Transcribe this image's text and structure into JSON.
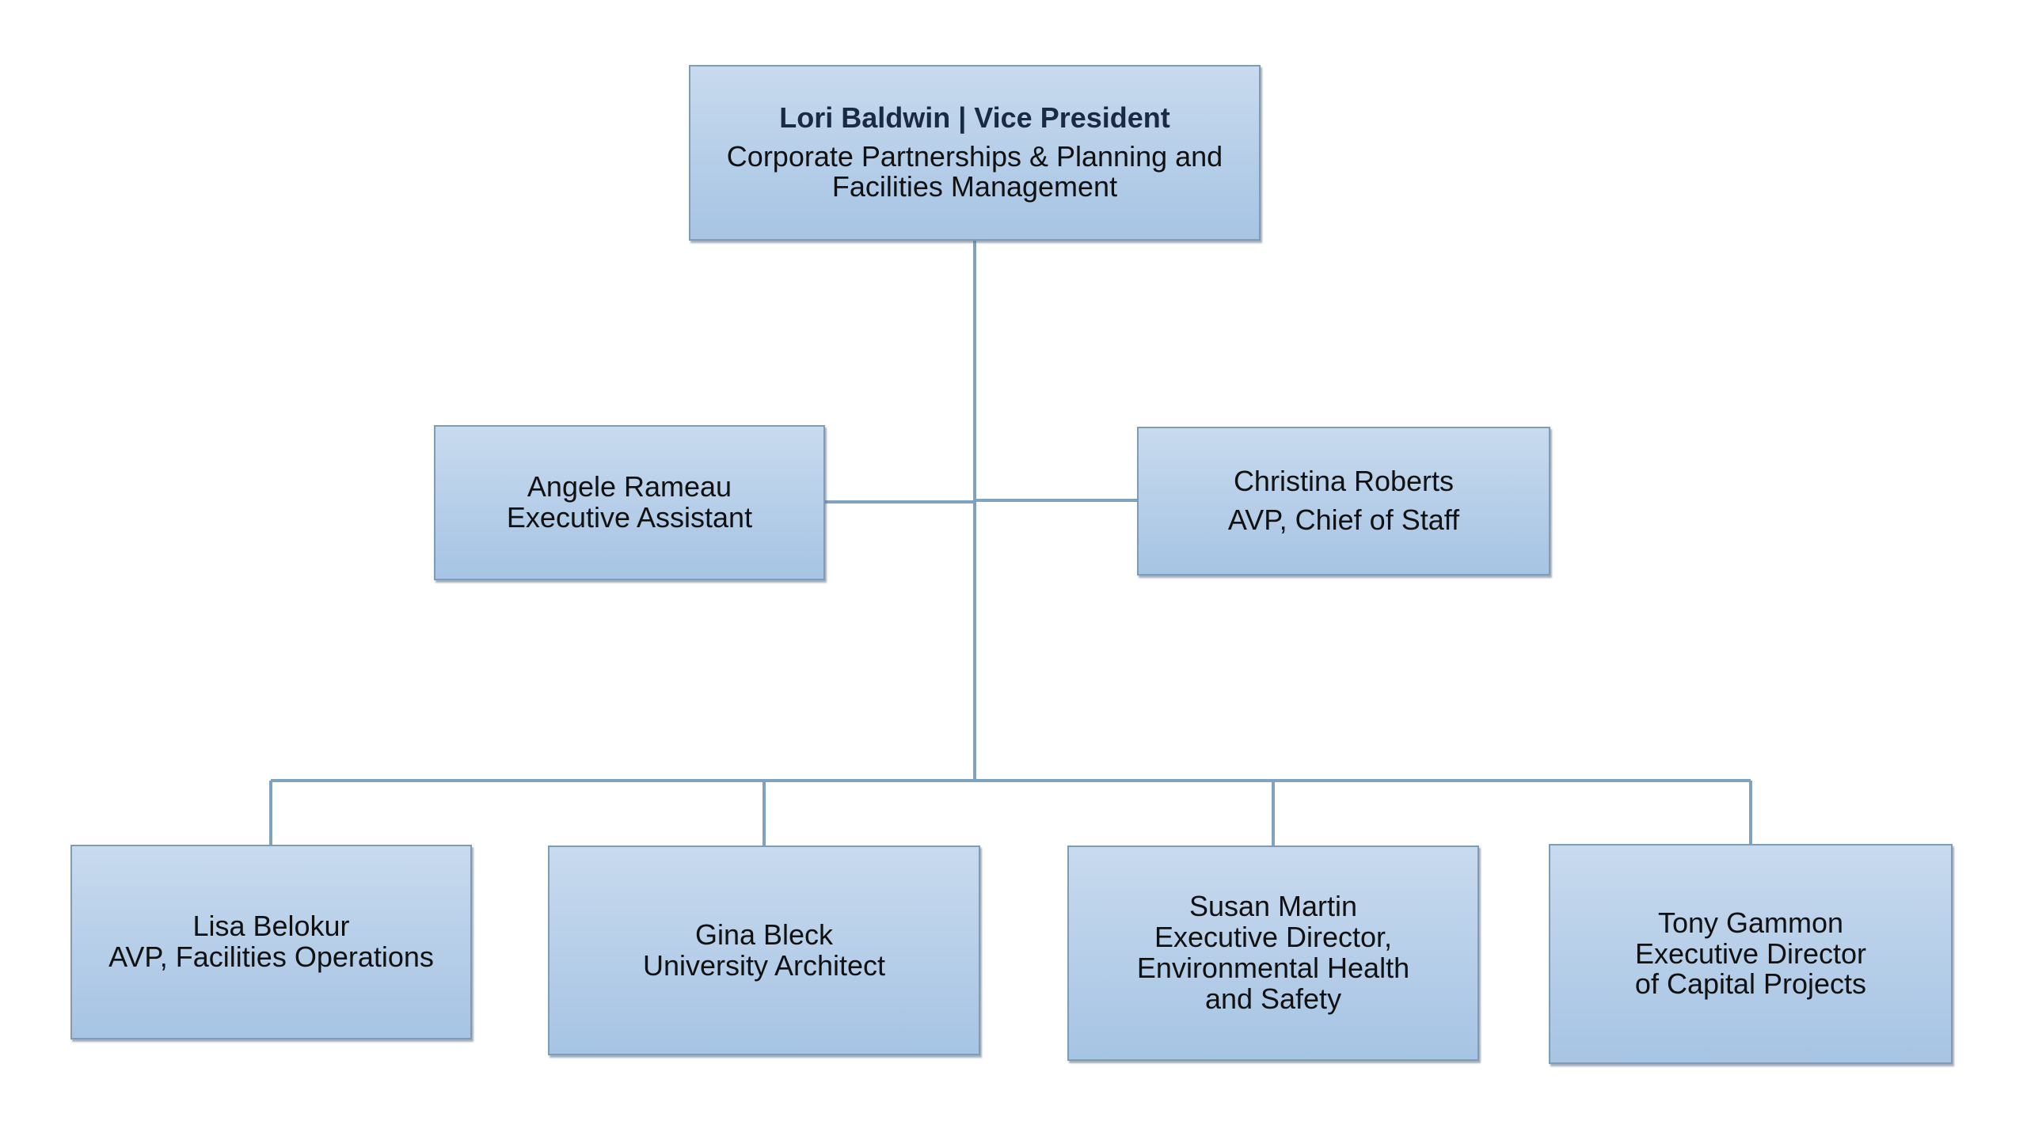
{
  "nodes": {
    "vp": {
      "headline": "Lori Baldwin | Vice President",
      "line1": "Corporate Partnerships & Planning and",
      "line2": "Facilities Management"
    },
    "assistant": {
      "name": "Angele Rameau",
      "title": "Executive Assistant"
    },
    "chief_of_staff": {
      "name": "Christina Roberts",
      "title": "AVP, Chief of Staff"
    },
    "belokur": {
      "name": "Lisa Belokur",
      "title": "AVP, Facilities Operations"
    },
    "bleck": {
      "name": "Gina Bleck",
      "title": "University Architect"
    },
    "martin": {
      "name": "Susan Martin",
      "title_line1": "Executive Director,",
      "title_line2": "Environmental Health",
      "title_line3": "and Safety"
    },
    "gammon": {
      "name": "Tony Gammon",
      "title_line1": "Executive Director",
      "title_line2": "of Capital Projects"
    }
  },
  "colors": {
    "box_top": "#c8daee",
    "box_bottom": "#a6c4e4",
    "box_border": "#7f9bb5",
    "connector": "#7fa2c0",
    "headline_text": "#1a2a45"
  }
}
